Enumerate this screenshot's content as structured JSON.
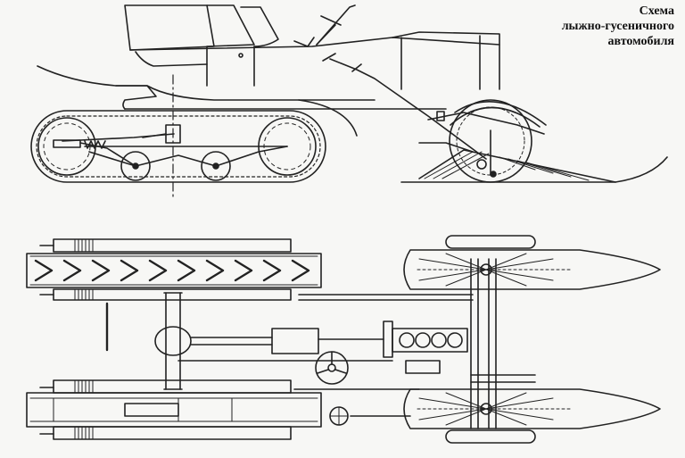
{
  "title": {
    "line1": "Схема",
    "line2": "лыжно-гусеничного",
    "line3": "автомобиля"
  },
  "colors": {
    "ink": "#222222",
    "paper": "#f7f7f5"
  }
}
